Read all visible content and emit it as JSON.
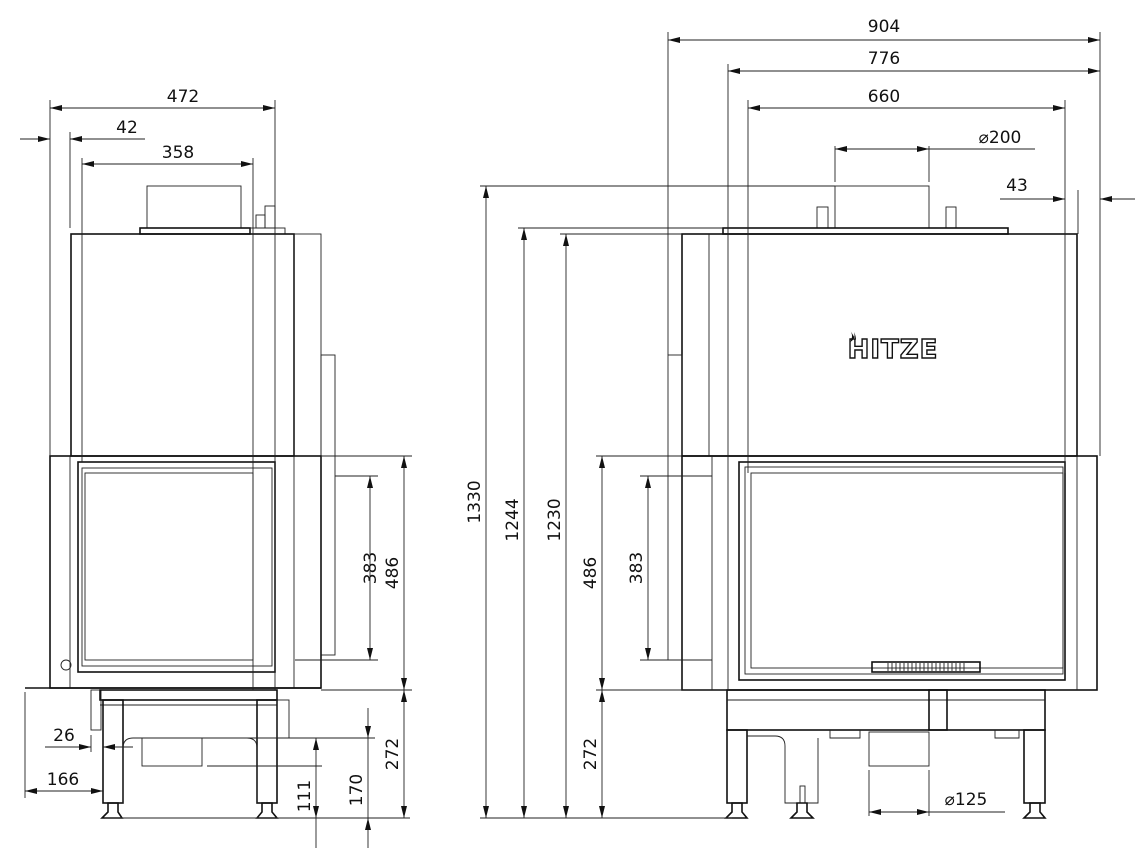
{
  "brand_logo": "HITZE",
  "side_view": {
    "dims": {
      "total_depth": "472",
      "offset_top": "42",
      "flue_offset": "358",
      "glass_height": "383",
      "door_height": "486",
      "base_height": "272",
      "outlet_height": "170",
      "ash_height": "111",
      "leg_inset": "26",
      "base_offset": "166"
    }
  },
  "front_view": {
    "dims": {
      "total_width": "904",
      "body_width": "776",
      "glass_width": "660",
      "flue_diameter": "⌀200",
      "side_offset": "43",
      "total_height": "1330",
      "flange_height": "1244",
      "body_height": "1230",
      "door_height": "486",
      "glass_height": "383",
      "base_height": "272",
      "air_inlet_diameter": "⌀125"
    }
  }
}
